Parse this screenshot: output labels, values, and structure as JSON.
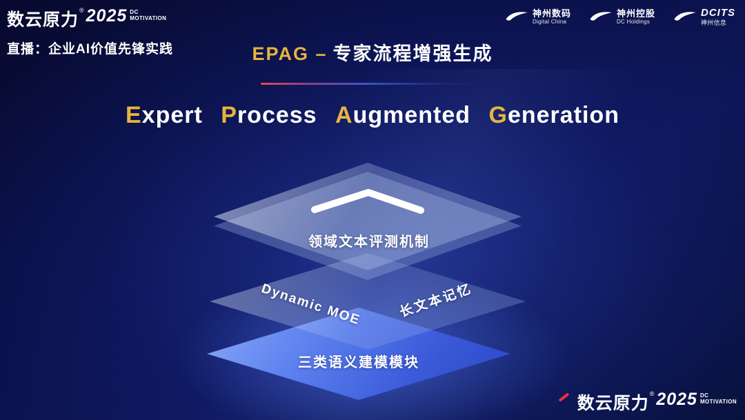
{
  "brand": {
    "name": "数云原力",
    "reg": "®",
    "year": "2025",
    "dc": "DC",
    "motivation": "MOTIVATION"
  },
  "header": {
    "live_label": "直播：企业AI价值先锋实践",
    "title_highlight": "EPAG –",
    "title_rest": "专家流程增强生成"
  },
  "partners": [
    {
      "name": "神州数码",
      "sub": "Digital China"
    },
    {
      "name": "神州控股",
      "sub": "DC Holdings"
    },
    {
      "name": "DCITS",
      "sub": "神州信息"
    }
  ],
  "subtitle": {
    "words": [
      {
        "initial": "E",
        "rest": "xpert"
      },
      {
        "initial": "P",
        "rest": "rocess"
      },
      {
        "initial": "A",
        "rest": "ugmented"
      },
      {
        "initial": "G",
        "rest": "eneration"
      }
    ]
  },
  "diagram": {
    "top_label": "领域文本评测机制",
    "mid_left_label": "Dynamic MOE",
    "mid_right_label": "长文本记忆",
    "bottom_label": "三类语义建模模块"
  },
  "colors": {
    "gold": "#e8b43e",
    "accent_red": "#e8333f",
    "layer_blue": "#4d74e8",
    "background_navy": "#0a1048"
  }
}
